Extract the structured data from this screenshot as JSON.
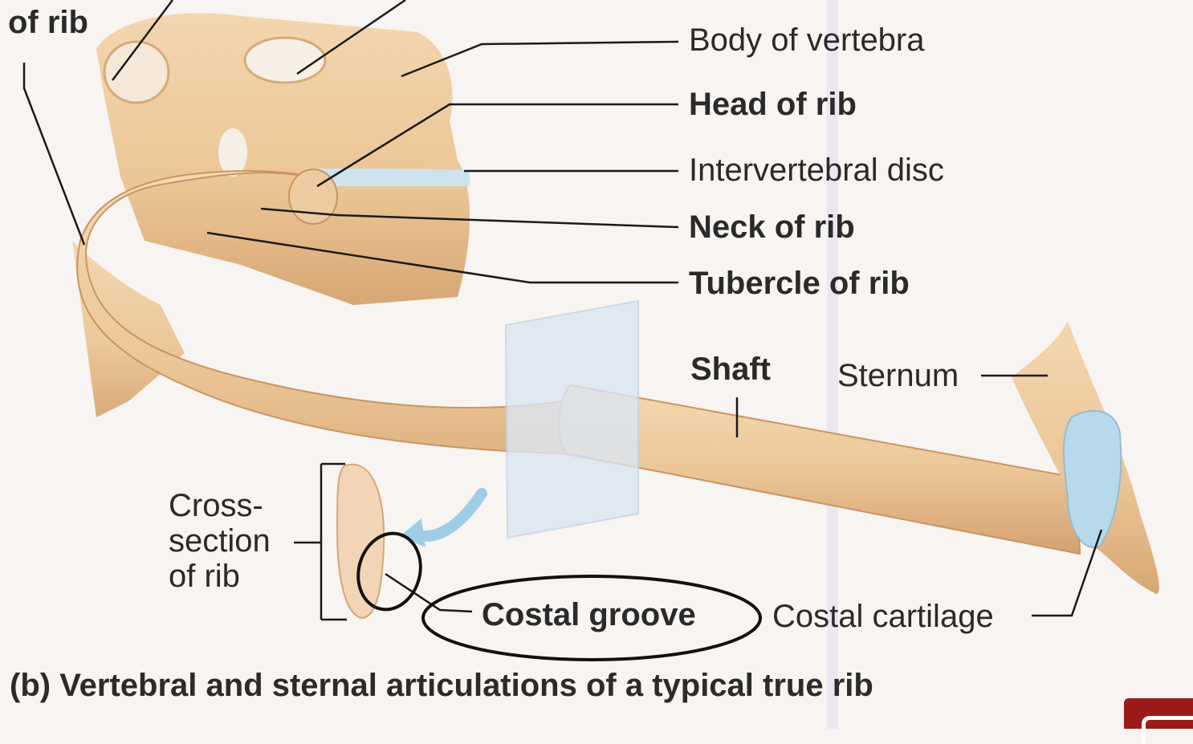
{
  "labels": {
    "of_rib_top": "of rib",
    "body_of_vertebra": "Body of vertebra",
    "head_of_rib": "Head of rib",
    "intervertebral_disc": "Intervertebral disc",
    "neck_of_rib": "Neck of rib",
    "tubercle_of_rib": "Tubercle of rib",
    "shaft": "Shaft",
    "sternum": "Sternum",
    "cross_section": "Cross-\nsection\nof rib",
    "costal_groove": "Costal groove",
    "costal_cartilage": "Costal cartilage"
  },
  "caption": "(b) Vertebral and sternal articulations of a typical true rib",
  "colors": {
    "bone": "#eecb9f",
    "bone_shadow": "#d9ab78",
    "cartilage": "#b7d9ea",
    "leader": "#1a1a1a",
    "accent_logo": "#9b1b1b"
  }
}
